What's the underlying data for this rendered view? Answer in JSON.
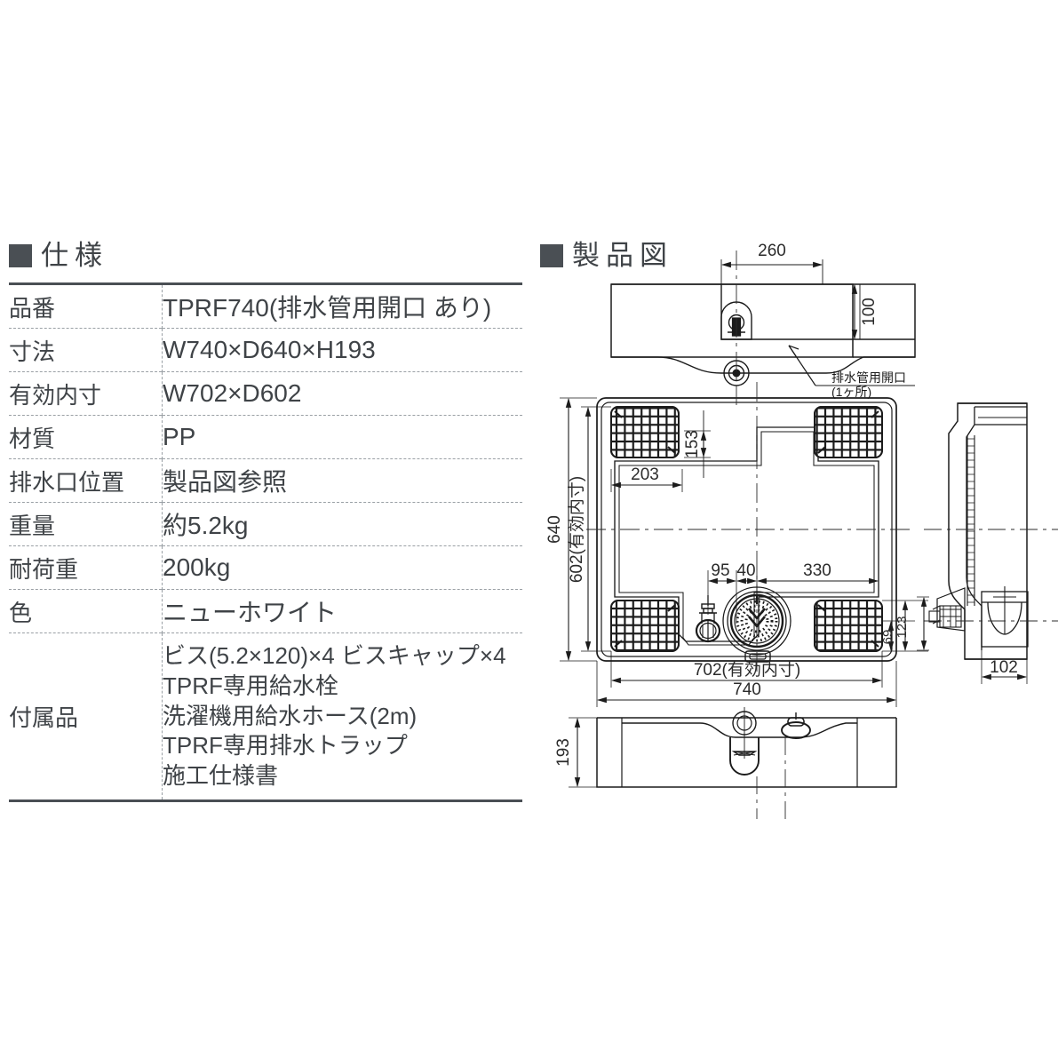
{
  "sections": {
    "spec_heading": "仕様",
    "drawing_heading": "製品図"
  },
  "spec_table": {
    "rows": [
      {
        "label": "品番",
        "value": "TPRF740(排水管用開口 あり)"
      },
      {
        "label": "寸法",
        "value": "W740×D640×H193"
      },
      {
        "label": "有効内寸",
        "value": "W702×D602"
      },
      {
        "label": "材質",
        "value": "PP"
      },
      {
        "label": "排水口位置",
        "value": "製品図参照"
      },
      {
        "label": "重量",
        "value": "約5.2kg"
      },
      {
        "label": "耐荷重",
        "value": "200kg"
      },
      {
        "label": "色",
        "value": "ニューホワイト"
      }
    ],
    "accessories": {
      "label": "付属品",
      "lines": [
        "ビス(5.2×120)×4  ビスキャップ×4",
        "TPRF専用給水栓",
        "洗濯機用給水ホース(2m)",
        "TPRF専用排水トラップ",
        "施工仕様書"
      ]
    }
  },
  "drawing": {
    "callout_opening": "排水管用開口",
    "callout_opening_qty": "(1ヶ所)",
    "dimensions": {
      "rear_width": "260",
      "rear_height": "100",
      "plan_outer_depth": "640",
      "plan_inner_depth": "602(有効内寸)",
      "pad_offset_y": "153",
      "pad_offset_x": "203",
      "drain_a": "95",
      "drain_b": "40",
      "drain_c": "330",
      "plan_inner_width": "702(有効内寸)",
      "plan_outer_width": "740",
      "side_small": "69",
      "side_large": "123",
      "front_height": "193",
      "side_depth": "102"
    }
  },
  "colors": {
    "ink": "#3f4347",
    "marker": "#4a4f54",
    "line": "#1b1b1b",
    "dash": "#9aa0a5",
    "background": "#ffffff"
  }
}
